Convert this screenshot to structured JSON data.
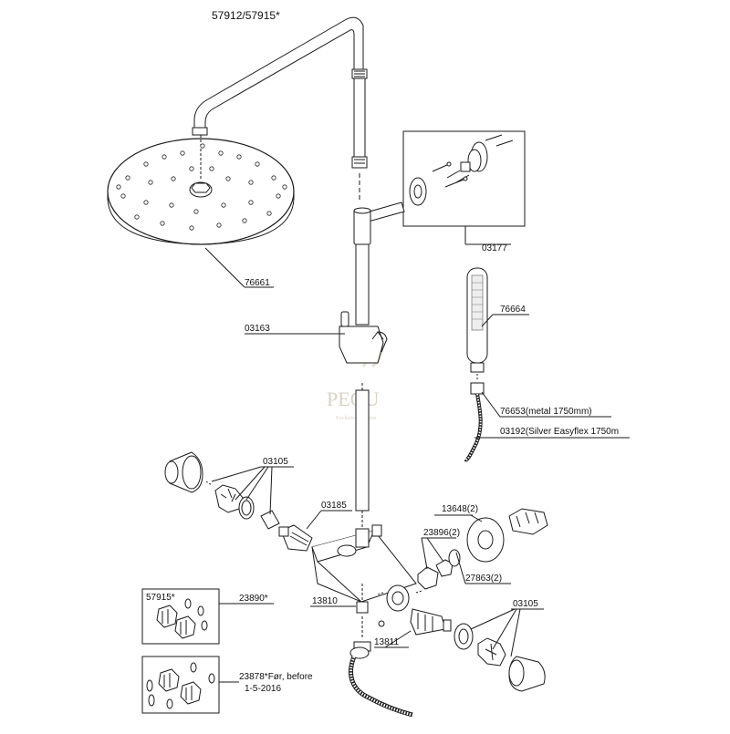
{
  "title": "57912/57915*",
  "watermark": {
    "brand": "PEGU",
    "tagline": "Exclusive Fashion"
  },
  "labels": {
    "head": "76661",
    "wall_bracket": "03177",
    "slider": "03163",
    "hand_shower": "76664",
    "hose_metal": "76653(metal 1750mm)",
    "hose_silver": "03192(Silver Easyflex 1750m",
    "handle_left": "03105",
    "cartridge": "03185",
    "cap_right": "13648(2)",
    "fitting_right": "23896(2)",
    "washer_right": "27863(2)",
    "handle_right": "03105",
    "spout": "13810",
    "cartridge_bottom": "13811",
    "box1_tag": "57915*",
    "box1_code": "23890*",
    "box2_code": "23878*Før, before",
    "box2_date": "1-5-2016"
  },
  "colors": {
    "line": "#1a1a1a",
    "fill": "#ffffff",
    "watermark": "#d9d2c4"
  }
}
